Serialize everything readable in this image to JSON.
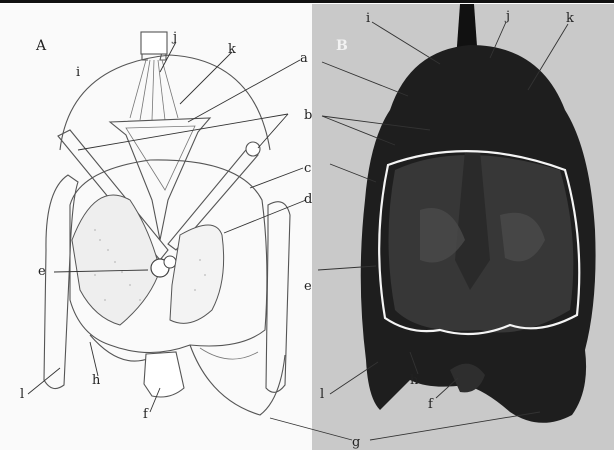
{
  "panels": {
    "a": {
      "letter": "A"
    },
    "b": {
      "letter": "B"
    }
  },
  "labels": {
    "a": "a",
    "b": "b",
    "c": "c",
    "d": "d",
    "e": "e",
    "f": "f",
    "g": "g",
    "h": "h",
    "i": "i",
    "j": "j",
    "k": "k",
    "l": "l"
  },
  "colors": {
    "ink": "#222222",
    "photo_dark": "#1c1c1c",
    "photo_mid": "#3a3a3a",
    "photo_bg": "#c9c9c9",
    "highlight_outline": "#f4f4f4"
  }
}
